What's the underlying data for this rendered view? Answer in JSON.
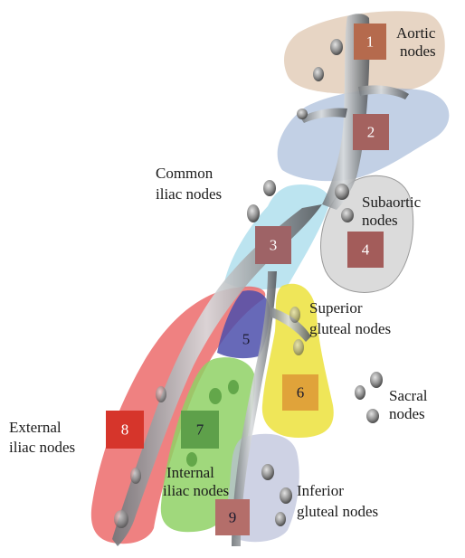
{
  "diagram": {
    "regions": [
      {
        "id": "aortic",
        "number": "1",
        "label_lines": [
          "Aortic",
          "nodes"
        ],
        "box_color": "#b56a4d",
        "region_color": "#d7b99c"
      },
      {
        "id": "region-2",
        "number": "2",
        "label_lines": [],
        "box_color": "#a4625f",
        "region_color": "#8fa9cf"
      },
      {
        "id": "common-iliac",
        "number": "3",
        "label_lines": [
          "Common",
          "iliac nodes"
        ],
        "box_color": "#9e6366",
        "region_color": "#8fd2e6"
      },
      {
        "id": "subaortic",
        "number": "4",
        "label_lines": [
          "Subaortic",
          "nodes"
        ],
        "box_color": "#a35c5a",
        "region_color": "#cfcfcf"
      },
      {
        "id": "region-5",
        "number": "5",
        "label_lines": [],
        "box_color": "#4a4aa8",
        "region_color": "#4c4fab"
      },
      {
        "id": "superior-gluteal",
        "number": "6",
        "label_lines": [
          "Superior",
          "gluteal nodes"
        ],
        "box_color": "#e0a33a",
        "region_color": "#ece23c"
      },
      {
        "id": "internal-iliac",
        "number": "7",
        "label_lines": [
          "Internal",
          "iliac nodes"
        ],
        "box_color": "#5ea04a",
        "region_color": "#8fd165"
      },
      {
        "id": "external-iliac",
        "number": "8",
        "label_lines": [
          "External",
          "iliac nodes"
        ],
        "box_color": "#d6352b",
        "region_color": "#ec6b6b"
      },
      {
        "id": "inferior-gluteal",
        "number": "9",
        "label_lines": [
          "Inferior",
          "gluteal nodes"
        ],
        "box_color": "#b46e6a",
        "region_color": "#b9bfd8"
      },
      {
        "id": "sacral",
        "number": "",
        "label_lines": [
          "Sacral",
          "nodes"
        ],
        "box_color": "",
        "region_color": ""
      }
    ]
  }
}
